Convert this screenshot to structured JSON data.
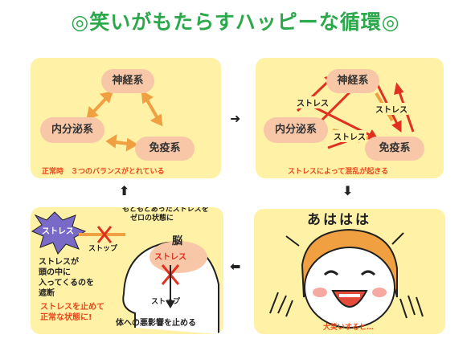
{
  "title": "◎笑いがもたらすハッピーな循環◎",
  "panel1": {
    "nodes": {
      "top": "神経系",
      "left": "内分泌系",
      "right": "免疫系"
    },
    "caption": "正常時　３つのバランスがとれている"
  },
  "panel2": {
    "nodes": {
      "top": "神経系",
      "left": "内分泌系",
      "right": "免疫系"
    },
    "stress_labels": [
      "ストレス",
      "ストレス",
      "ストレス"
    ],
    "caption": "ストレスによって混乱が起きる"
  },
  "panel3": {
    "speech": "あははは",
    "caption": "大笑いすると…"
  },
  "panel4": {
    "stress_tag": "ストレス",
    "stop_label_1": "ストップ",
    "note_top_line1": "もともとあったストレスを",
    "note_top_line2": "ゼロの状態に",
    "brain_label": "脳",
    "brain_stress": "ストレス",
    "stop_label_2": "ストップ",
    "left_note_lines": [
      "ストレスが",
      "頭の中に",
      "入ってくるのを",
      "遮断"
    ],
    "caption_line1": "ストレスを止めて",
    "caption_line2": "正常な状態に!",
    "bottom_note": "体への悪影響を止める"
  },
  "flow_arrows": {
    "right": "➜",
    "down": "⬇",
    "left": "⬅",
    "up": "⬆"
  },
  "colors": {
    "title": "#2aa84a",
    "panel_bg": "#fff1a6",
    "node": "#f7c7a8",
    "arrow_normal": "#f0a040",
    "arrow_stress": "#e03020",
    "caption": "#e8491d"
  }
}
